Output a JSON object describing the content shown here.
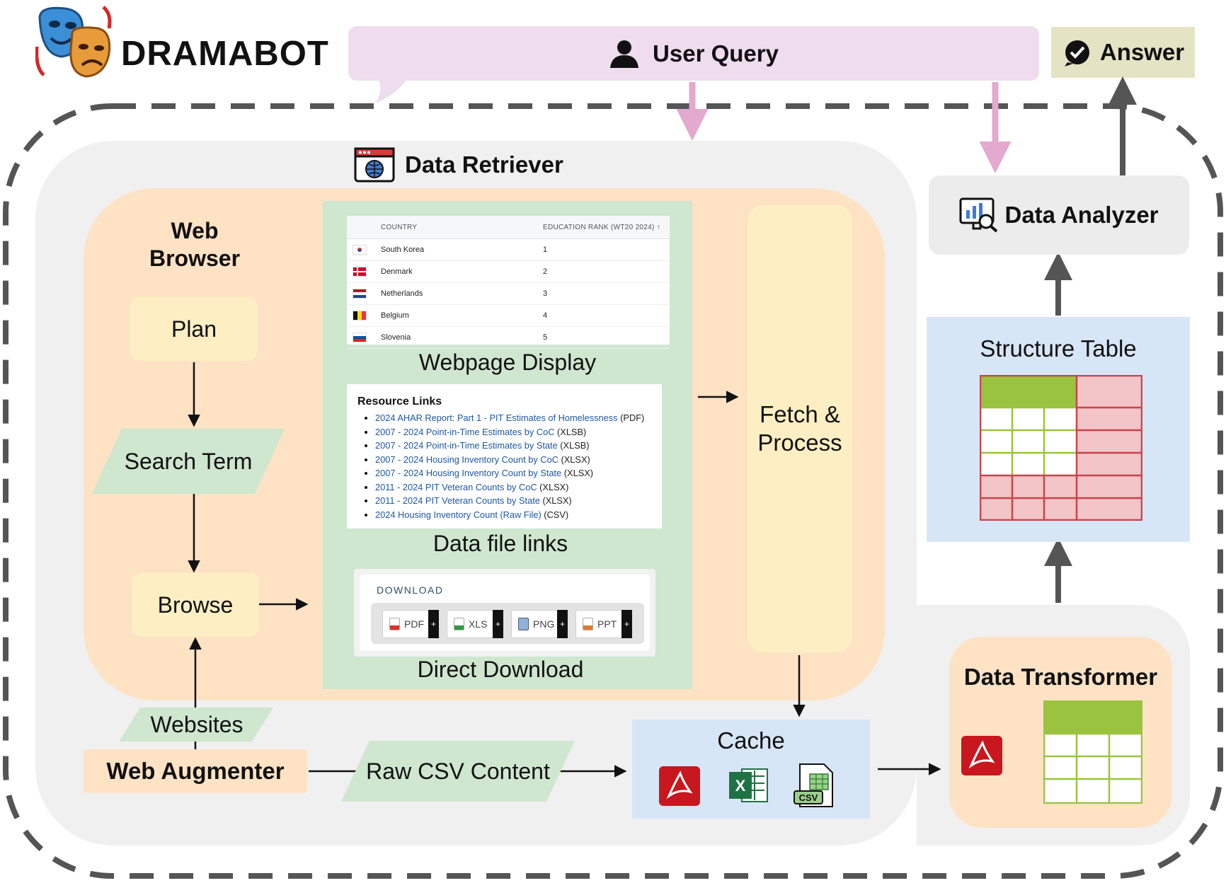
{
  "header": {
    "app_title": "DRAMABOT",
    "user_query_label": "User Query",
    "answer_label": "Answer"
  },
  "retriever": {
    "title": "Data Retriever",
    "web_browser_title": [
      "Web",
      "Browser"
    ],
    "steps": {
      "plan": "Plan",
      "search_term": "Search Term",
      "browse": "Browse"
    },
    "webpage_table": {
      "headers": [
        "COUNTRY",
        "EDUCATION RANK (WT20 2024) ↑"
      ],
      "rows": [
        {
          "country": "South Korea",
          "rank": "1"
        },
        {
          "country": "Denmark",
          "rank": "2"
        },
        {
          "country": "Netherlands",
          "rank": "3"
        },
        {
          "country": "Belgium",
          "rank": "4"
        },
        {
          "country": "Slovenia",
          "rank": "5"
        }
      ],
      "caption": "Webpage Display"
    },
    "resource_links": {
      "title": "Resource Links",
      "items": [
        {
          "link": "2024 AHAR Report: Part 1 - PIT Estimates of Homelessness",
          "ext": "(PDF)"
        },
        {
          "link": "2007 - 2024 Point-in-Time Estimates by CoC",
          "ext": "(XLSB)"
        },
        {
          "link": "2007 - 2024 Point-in-Time Estimates by State",
          "ext": "(XLSB)"
        },
        {
          "link": "2007 - 2024 Housing Inventory Count by CoC",
          "ext": "(XLSX)"
        },
        {
          "link": "2007 - 2024 Housing Inventory Count by State",
          "ext": "(XLSX)"
        },
        {
          "link": "2011 - 2024 PIT Veteran Counts by CoC",
          "ext": "(XLSX)"
        },
        {
          "link": "2011 - 2024 PIT Veteran Counts by State",
          "ext": "(XLSX)"
        },
        {
          "link": "2024 Housing Inventory Count (Raw File)",
          "ext": "(CSV)"
        }
      ],
      "caption": "Data file links"
    },
    "download": {
      "label": "DOWNLOAD",
      "buttons": [
        "PDF",
        "XLS",
        "PNG",
        "PPT"
      ],
      "plus": "+",
      "caption": "Direct Download"
    },
    "fetch_process": [
      "Fetch &",
      "Process"
    ]
  },
  "bottom": {
    "websites": "Websites",
    "web_augmenter": "Web Augmenter",
    "raw_csv": "Raw CSV Content",
    "cache": "Cache",
    "csv_badge": "CSV",
    "excel_letter": "X"
  },
  "analyzer": {
    "title": "Data Analyzer",
    "structure_table": "Structure Table",
    "transformer": "Data Transformer"
  },
  "colors": {
    "accent_pink_arrow": "#e3a9cf",
    "green_header": "#9ac33f",
    "red_cells": "#f3c4c8",
    "pdf_red": "#c8171e",
    "excel_green": "#1f7244"
  }
}
